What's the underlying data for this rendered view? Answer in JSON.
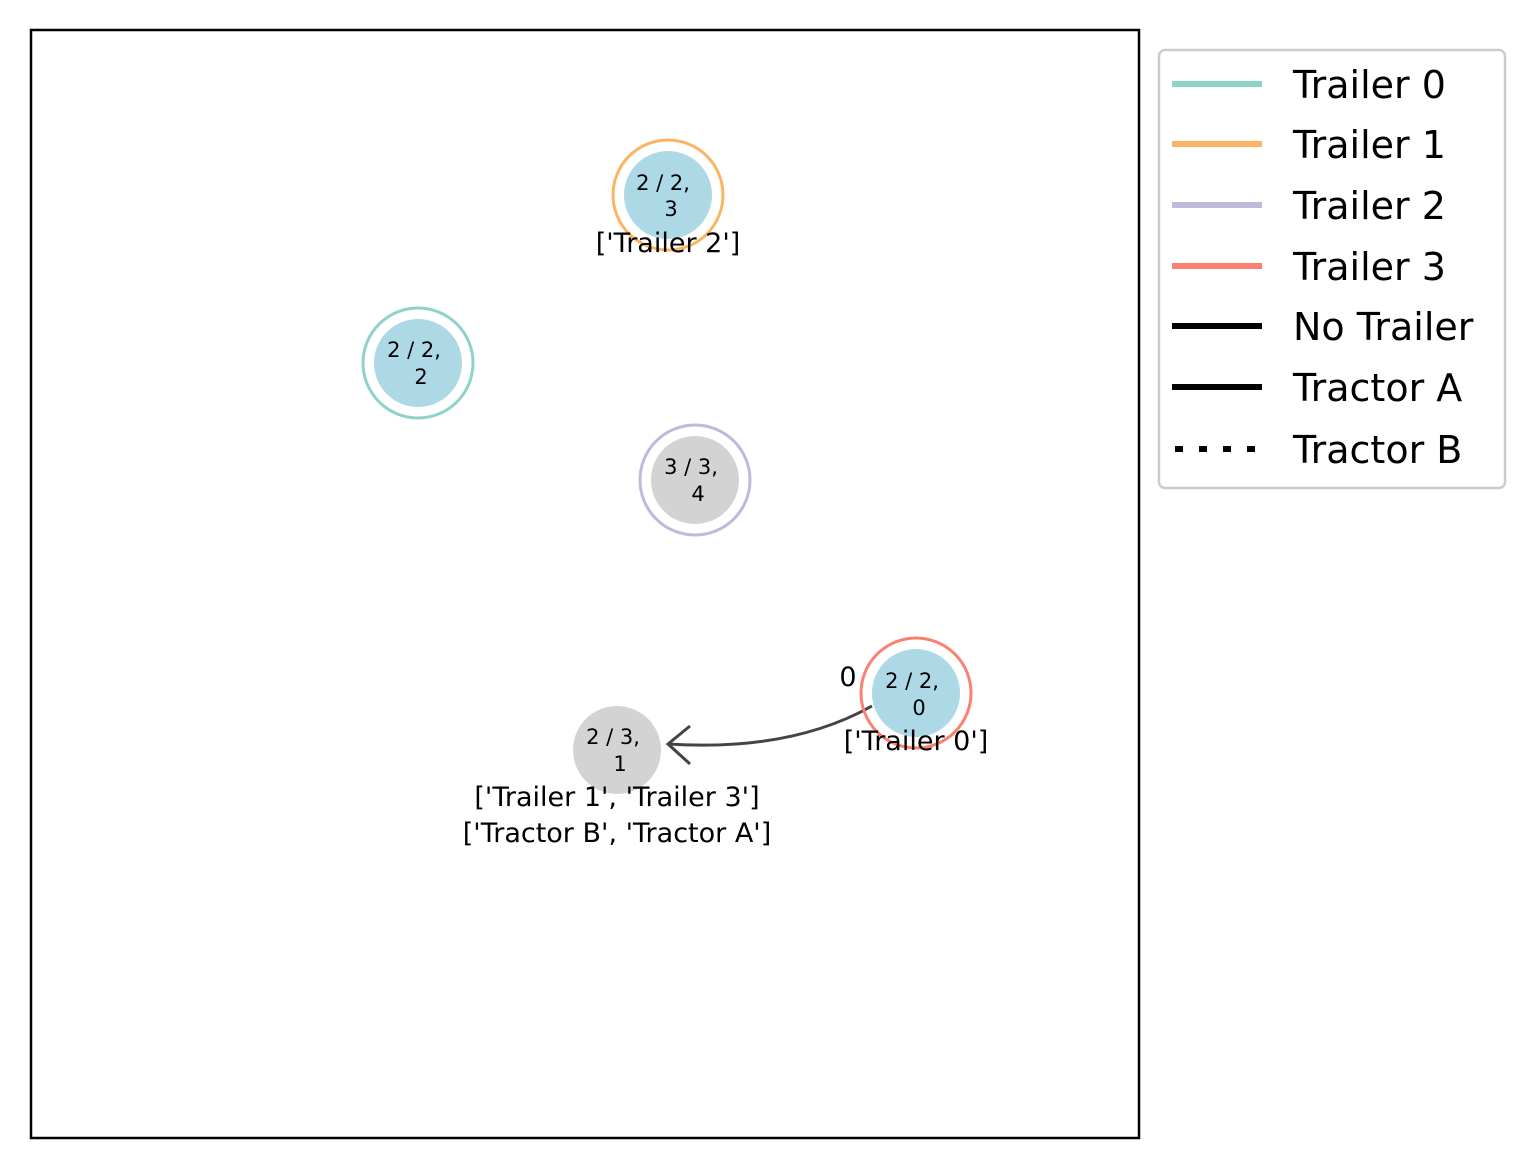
{
  "nodes": [
    {
      "id": "node-3",
      "line1": "2 / 2,",
      "line2": "3",
      "fill": "#add8e6",
      "ring_color": "#fdb462",
      "annotation_lines": [
        "['Trailer 2']"
      ]
    },
    {
      "id": "node-2",
      "line1": "2 / 2,",
      "line2": "2",
      "fill": "#add8e6",
      "ring_color": "#8dd3c7",
      "annotation_lines": []
    },
    {
      "id": "node-4",
      "line1": "3 / 3,",
      "line2": "4",
      "fill": "#d3d3d3",
      "ring_color": "#bebada",
      "annotation_lines": []
    },
    {
      "id": "node-0",
      "line1": "2 / 2,",
      "line2": "0",
      "fill": "#add8e6",
      "ring_color": "#fb8072",
      "annotation_lines": [
        "['Trailer 0']"
      ]
    },
    {
      "id": "node-1",
      "line1": "2 / 3,",
      "line2": "1",
      "fill": "#d3d3d3",
      "ring_color": "",
      "annotation_lines": [
        "['Trailer 1', 'Trailer 3']",
        "['Tractor B', 'Tractor A']"
      ]
    }
  ],
  "edges": [
    {
      "from": "node-0",
      "to": "node-1",
      "label": "0",
      "color": "#444444"
    }
  ],
  "legend": {
    "items": [
      {
        "label": "Trailer 0",
        "color": "#8dd3c7",
        "style": "solid"
      },
      {
        "label": "Trailer 1",
        "color": "#fdb462",
        "style": "solid"
      },
      {
        "label": "Trailer 2",
        "color": "#bebada",
        "style": "solid"
      },
      {
        "label": "Trailer 3",
        "color": "#fb8072",
        "style": "solid"
      },
      {
        "label": "No Trailer",
        "color": "#000000",
        "style": "solid"
      },
      {
        "label": "Tractor A",
        "color": "#000000",
        "style": "solid"
      },
      {
        "label": "Tractor B",
        "color": "#000000",
        "style": "dotted"
      }
    ]
  }
}
